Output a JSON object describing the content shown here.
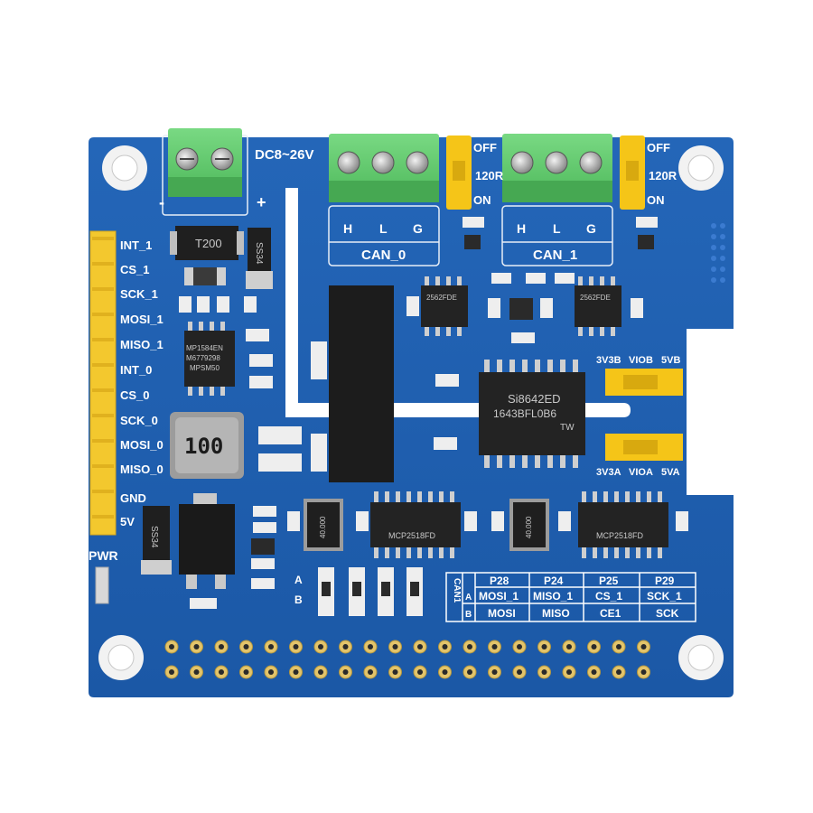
{
  "board": {
    "power_label": "DC8~26V",
    "pwr_label": "PWR",
    "can0_label": "CAN_0",
    "can1_label": "CAN_1",
    "can_terminal_labels": [
      "H",
      "L",
      "G"
    ],
    "off_label": "OFF",
    "ohm_label": "120R",
    "on_label": "ON",
    "minus_label": "-",
    "plus_label": "+",
    "pin_labels": [
      "INT_1",
      "CS_1",
      "SCK_1",
      "MOSI_1",
      "MISO_1",
      "INT_0",
      "CS_0",
      "SCK_0",
      "MOSI_0",
      "MISO_0",
      "GND",
      "5V"
    ],
    "jumper_b_left": "3V3B",
    "jumper_b_mid": "VIOB",
    "jumper_b_right": "5VB",
    "jumper_a_left": "3V3A",
    "jumper_a_mid": "VIOA",
    "jumper_a_right": "5VA",
    "sel_a": "A",
    "sel_b": "B",
    "t200_label": "T200",
    "ss34_label": "SS34",
    "inductor_label": "100",
    "iso_chip_line1": "Si8642ED",
    "iso_chip_line2": "1643BFL0B6",
    "iso_chip_line3": "TW",
    "reg_chip_line1": "MP1584EN",
    "reg_chip_line2": "M6779298",
    "reg_chip_line3": "MPSM50",
    "xtal_left": "40.000",
    "xtal_right": "40.000",
    "mcp_left": "MCP2518FD",
    "mcp_right": "MCP2518FD",
    "trans_left": "2562FDE",
    "trans_right": "2562FDE",
    "can_table": {
      "side_label": "CAN1",
      "headers": [
        "P28",
        "P24",
        "P25",
        "P29"
      ],
      "row_a_label": "A",
      "row_b_label": "B",
      "row_a": [
        "MOSI_1",
        "MISO_1",
        "CS_1",
        "SCK_1"
      ],
      "row_b": [
        "MOSI",
        "MISO",
        "CE1",
        "SCK"
      ]
    },
    "colors": {
      "pcb": "#1f5fb0",
      "terminal": "#5ec96b",
      "header_yellow": "#f3c82e",
      "jumper_yellow": "#f5c518",
      "chip": "#232323"
    }
  }
}
